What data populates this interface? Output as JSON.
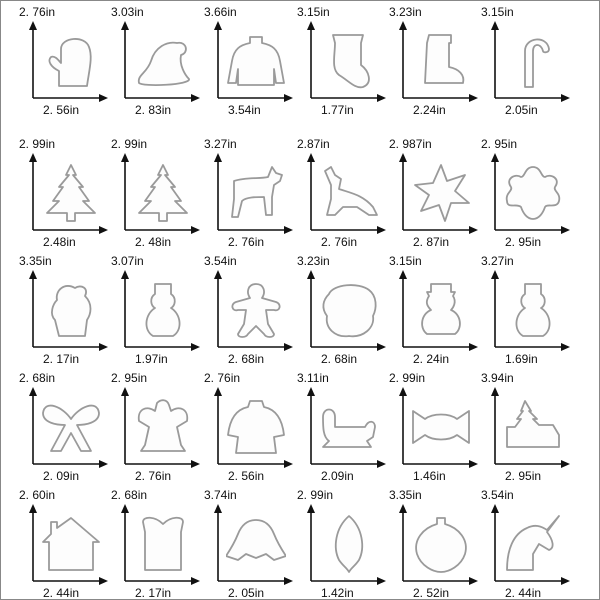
{
  "colors": {
    "outline": "#9a9a9a",
    "axis": "#111111"
  },
  "rows": [
    [
      {
        "shape": "mitten-icon",
        "height": "2. 76in",
        "width": "2. 56in"
      },
      {
        "shape": "hat-icon",
        "height": "3.03in",
        "width": "2. 83in"
      },
      {
        "shape": "sweater-icon",
        "height": "3.66in",
        "width": "3.54in"
      },
      {
        "shape": "stocking-icon",
        "height": "3.15in",
        "width": "1.77in"
      },
      {
        "shape": "boot-icon",
        "height": "3.23in",
        "width": "2.24in"
      },
      {
        "shape": "candy-cane-icon",
        "height": "3.15in",
        "width": "2.05in"
      }
    ],
    [
      {
        "shape": "tree-icon",
        "height": "2. 99in",
        "width": "2.48in"
      },
      {
        "shape": "tree-icon",
        "height": "2. 99in",
        "width": "2. 48in"
      },
      {
        "shape": "deer-icon",
        "height": "3.27in",
        "width": "2. 76in"
      },
      {
        "shape": "reindeer-icon",
        "height": "2.87in",
        "width": "2. 76in"
      },
      {
        "shape": "star-snowflake-icon",
        "height": "2. 987in",
        "width": "2. 87in"
      },
      {
        "shape": "flower-snowflake-icon",
        "height": "2. 95in",
        "width": "2. 95in"
      }
    ],
    [
      {
        "shape": "santa-icon",
        "height": "3.35in",
        "width": "2. 17in"
      },
      {
        "shape": "snowman-icon",
        "height": "3.07in",
        "width": "1.97in"
      },
      {
        "shape": "gingerbread-man-icon",
        "height": "3.54in",
        "width": "2. 68in"
      },
      {
        "shape": "santa-face-icon",
        "height": "3.23in",
        "width": "2. 68in"
      },
      {
        "shape": "snowman-hat-icon",
        "height": "3.15in",
        "width": "2. 24in"
      },
      {
        "shape": "snowman-icon",
        "height": "3.27in",
        "width": "1.69in"
      }
    ],
    [
      {
        "shape": "bow-icon",
        "height": "2. 68in",
        "width": "2. 09in"
      },
      {
        "shape": "angel-icon",
        "height": "2. 95in",
        "width": "2. 76in"
      },
      {
        "shape": "angel-dress-icon",
        "height": "2. 76in",
        "width": "2. 56in"
      },
      {
        "shape": "sleigh-icon",
        "height": "3.11in",
        "width": "2.09in"
      },
      {
        "shape": "candy-icon",
        "height": "2. 99in",
        "width": "1.46in"
      },
      {
        "shape": "truck-tree-icon",
        "height": "3.94in",
        "width": "2. 95in"
      }
    ],
    [
      {
        "shape": "house-icon",
        "height": "2. 60in",
        "width": "2. 44in"
      },
      {
        "shape": "gift-icon",
        "height": "2. 68in",
        "width": "2. 17in"
      },
      {
        "shape": "bells-icon",
        "height": "3.74in",
        "width": "2. 05in"
      },
      {
        "shape": "leaf-icon",
        "height": "2. 99in",
        "width": "1.42in"
      },
      {
        "shape": "ornament-icon",
        "height": "3.35in",
        "width": "2. 52in"
      },
      {
        "shape": "unicorn-icon",
        "height": "3.54in",
        "width": "2. 44in"
      }
    ]
  ]
}
